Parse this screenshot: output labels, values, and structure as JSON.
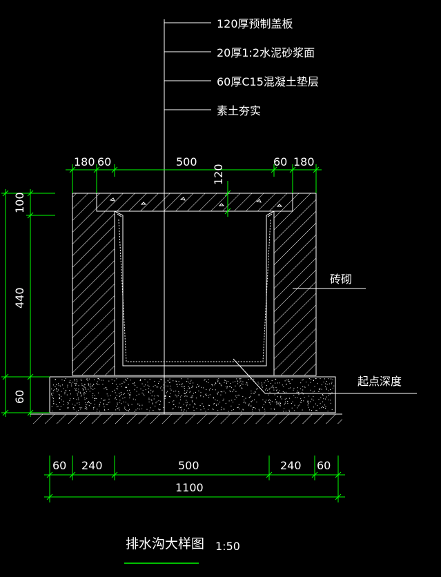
{
  "labels": {
    "layer1": "120厚预制盖板",
    "layer2": "20厚1:2水泥砂浆面",
    "layer3": "60厚C15混凝土垫层",
    "layer4": "素土夯实",
    "brick": "砖砌",
    "start_depth": "起点深度"
  },
  "top_dims": {
    "d1": "180",
    "d2": "60",
    "d3": "500",
    "d4": "60",
    "d5": "180",
    "cover": "120"
  },
  "left_dims": {
    "d1": "100",
    "d2": "440",
    "d3": "60"
  },
  "bottom_dims": {
    "d1": "60",
    "d2": "240",
    "d3": "500",
    "d4": "240",
    "d5": "60",
    "total": "1100"
  },
  "title": {
    "name": "排水沟大样图",
    "scale": "1:50"
  },
  "colors": {
    "background": "#000000",
    "dimension": "#00ff00",
    "linework": "#ffffff"
  }
}
